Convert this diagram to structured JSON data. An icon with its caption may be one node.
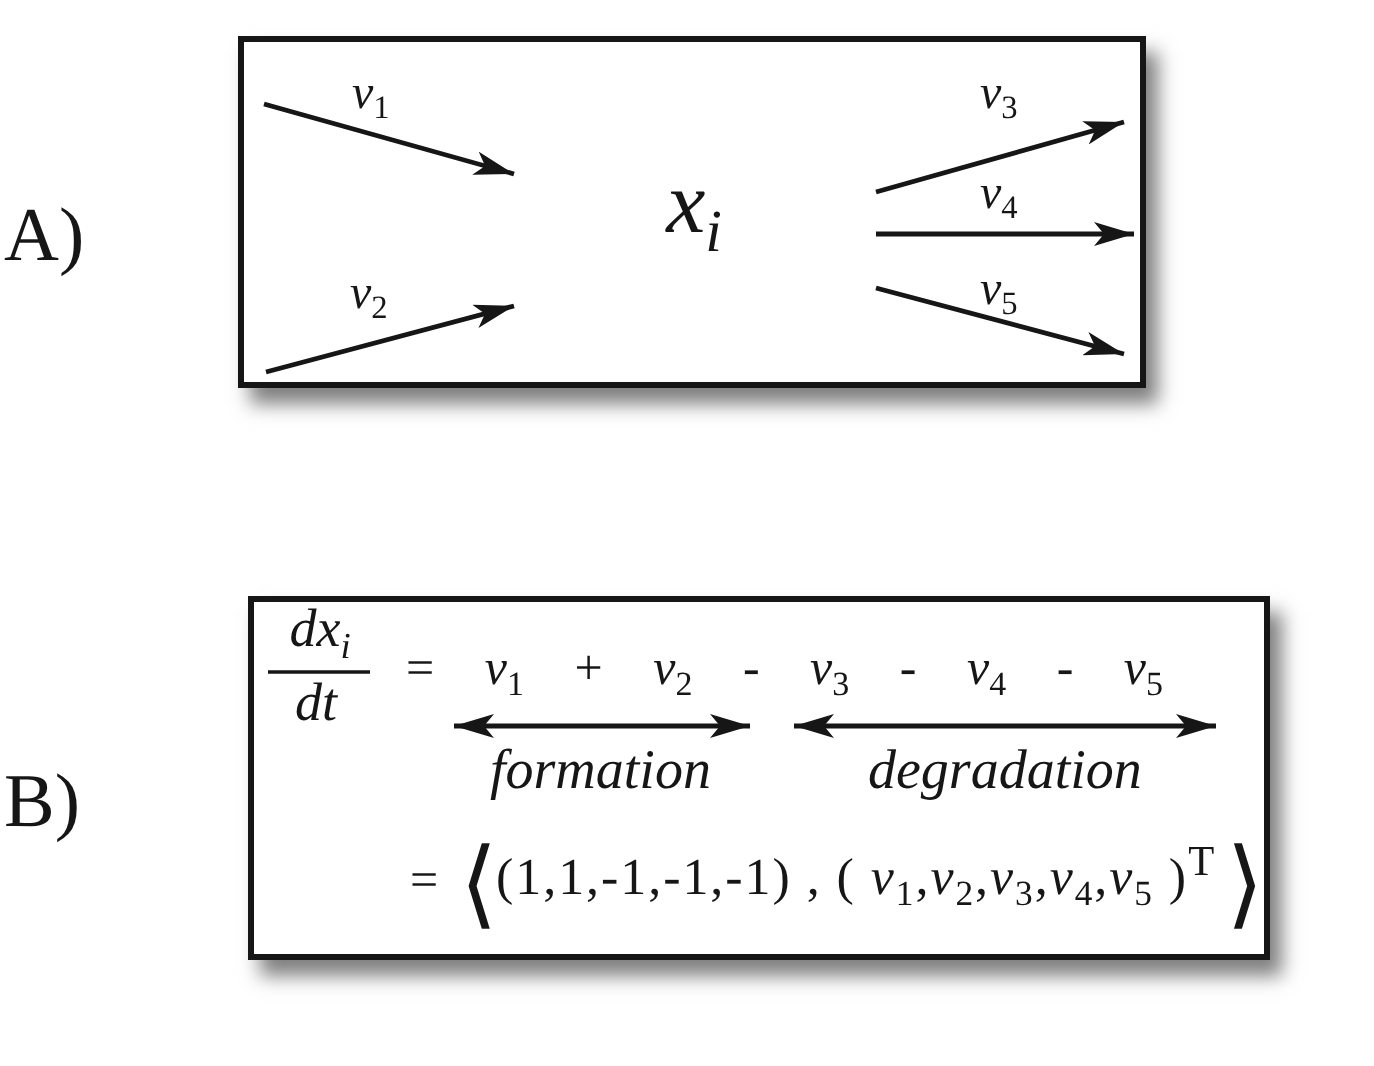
{
  "diagram": {
    "nodes": [
      {
        "text": [
          "A)"
        ]
      },
      {
        "text": [
          "x$_{i}$"
        ],
        "in": 0
      },
      {
        "text": [
          "B)",
          "dx$_{i}$",
          "dt",
          "= *v*$_{1}$ + *v*$_{2}$ - *v*$_{3}$ - *v*$_{4}$ - *v*$_{5}$",
          "formation",
          "degradation",
          "=",
          "⟨",
          "(1,1,-1,-1,-1) , ( *v*$_{1}$,*v*$_{2}$,*v*$_{3}$,*v*$_{4}$,*v*$_{5}$ )$^{T}$",
          "⟩"
        ]
      }
    ],
    "labels": [
      "v$_{1}$",
      "v$_{2}$",
      "v$_{3}$",
      "v$_{4}$",
      "v$_{5}$"
    ]
  }
}
